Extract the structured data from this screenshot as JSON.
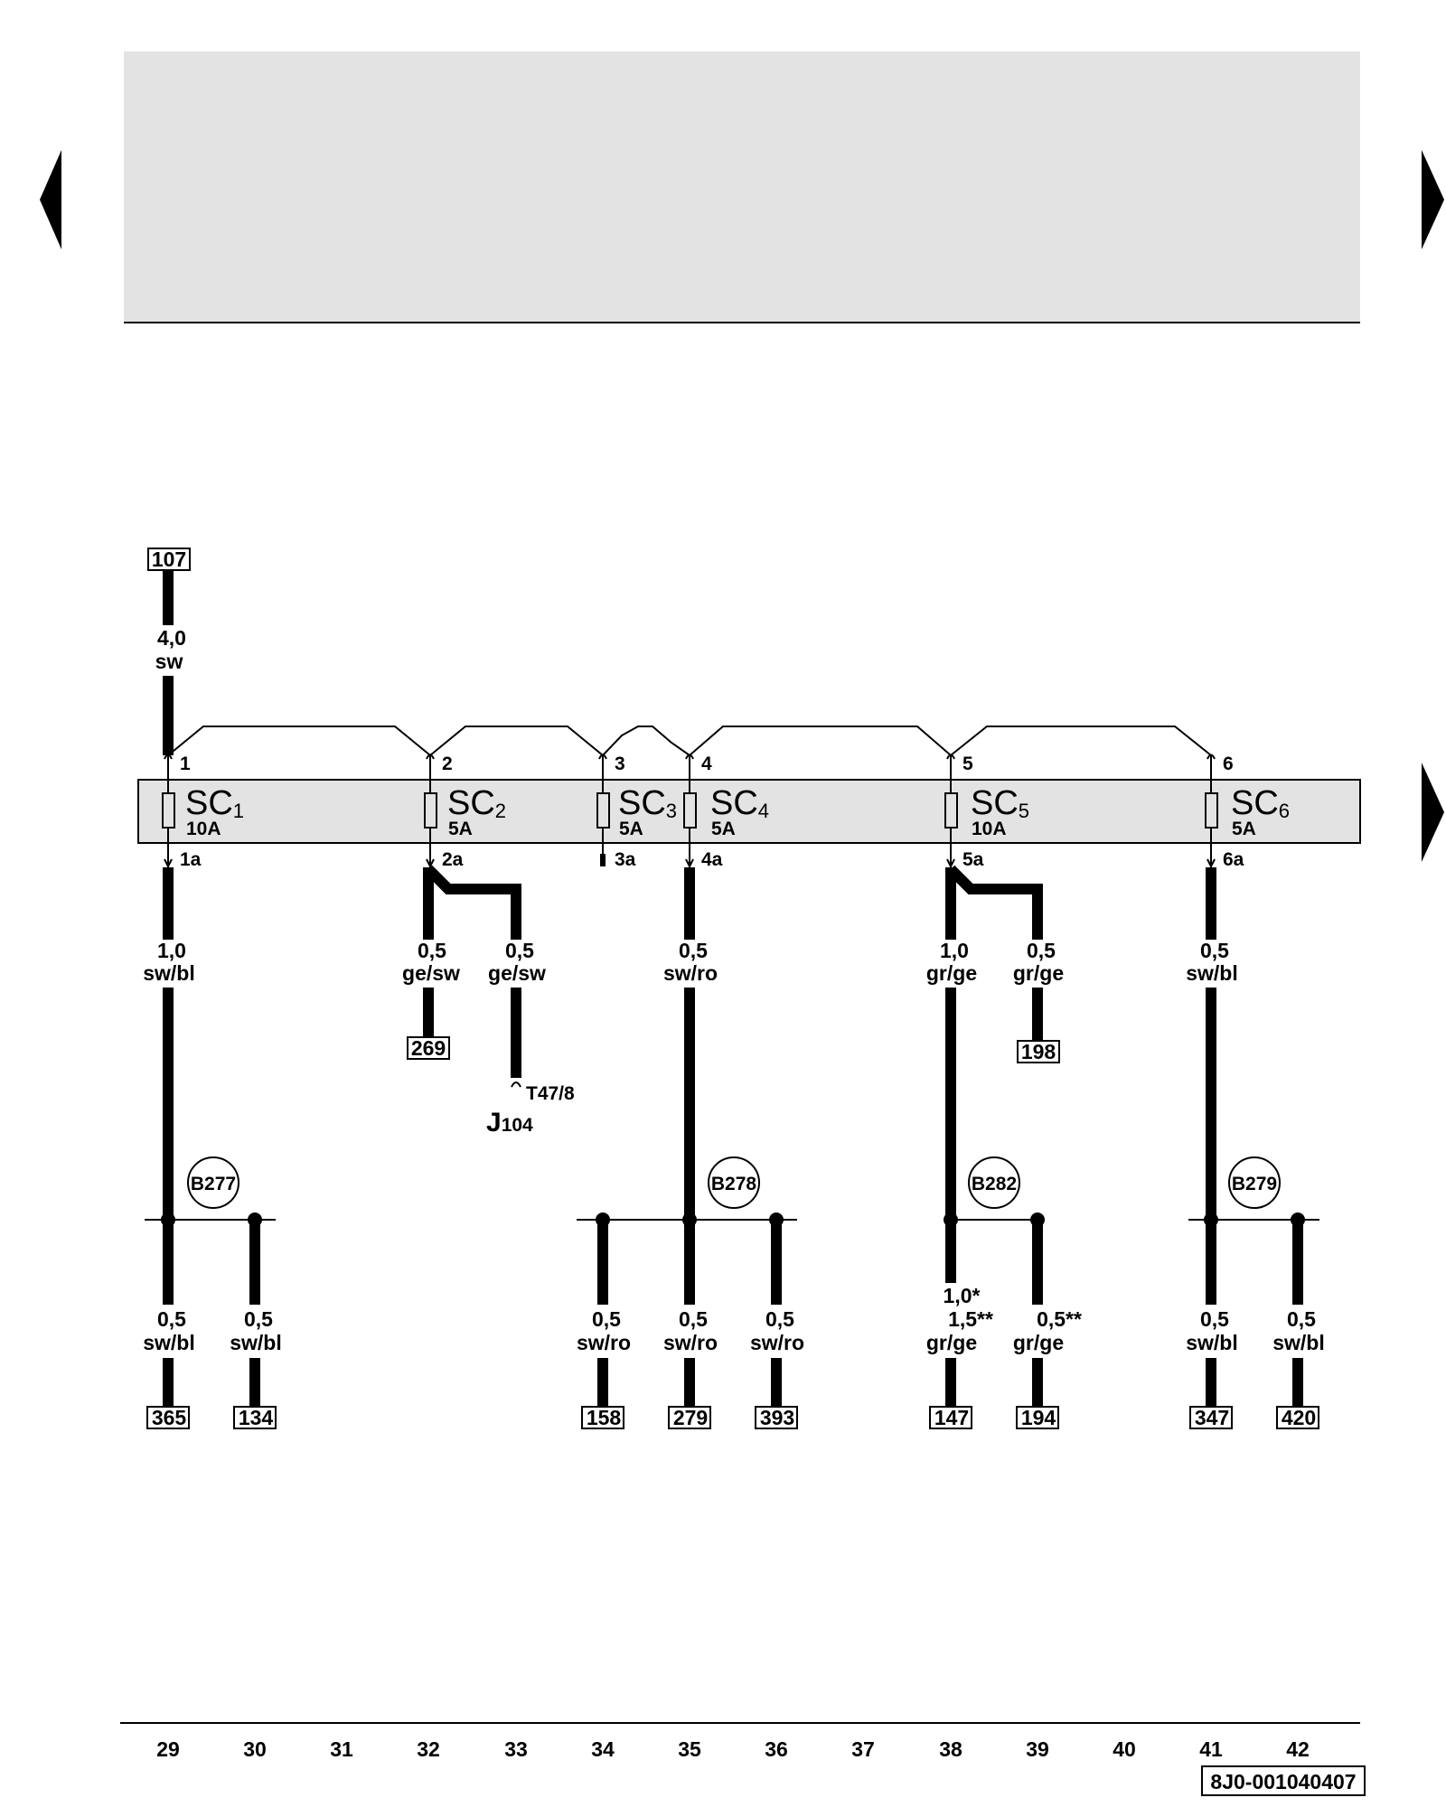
{
  "nav": {
    "prev_icon": "triangle-left",
    "next_icon": "triangle-right"
  },
  "header_panel_color": "#e3e3e3",
  "fuse_bar_color": "#e3e3e3",
  "feed": {
    "ref": "107",
    "gauge": "4,0",
    "color": "sw"
  },
  "fuses": [
    {
      "pin": "1",
      "out_pin": "1a",
      "name": "SC",
      "num": "1",
      "amp": "10A"
    },
    {
      "pin": "2",
      "out_pin": "2a",
      "name": "SC",
      "num": "2",
      "amp": "5A"
    },
    {
      "pin": "3",
      "out_pin": "3a",
      "name": "SC",
      "num": "3",
      "amp": "5A"
    },
    {
      "pin": "4",
      "out_pin": "4a",
      "name": "SC",
      "num": "4",
      "amp": "5A"
    },
    {
      "pin": "5",
      "out_pin": "5a",
      "name": "SC",
      "num": "5",
      "amp": "10A"
    },
    {
      "pin": "6",
      "out_pin": "6a",
      "name": "SC",
      "num": "6",
      "amp": "5A"
    }
  ],
  "mid_wires": [
    {
      "gauge": "1,0",
      "color": "sw/bl"
    },
    {
      "gauge": "0,5",
      "color": "ge/sw",
      "ref": "269"
    },
    {
      "gauge": "0,5",
      "color": "ge/sw"
    },
    {
      "gauge": "0,5",
      "color": "sw/ro"
    },
    {
      "gauge": "1,0",
      "color": "gr/ge"
    },
    {
      "gauge": "0,5",
      "color": "gr/ge",
      "ref": "198"
    },
    {
      "gauge": "0,5",
      "color": "sw/bl"
    }
  ],
  "connector": {
    "pin": "T47/8",
    "component": "J",
    "component_num": "104"
  },
  "grounds": [
    "B277",
    "B278",
    "B282",
    "B279"
  ],
  "bottom_wires": [
    {
      "gauge": "0,5",
      "color": "sw/bl",
      "ref": "365"
    },
    {
      "gauge": "0,5",
      "color": "sw/bl",
      "ref": "134"
    },
    {
      "gauge": "0,5",
      "color": "sw/ro",
      "ref": "158"
    },
    {
      "gauge": "0,5",
      "color": "sw/ro",
      "ref": "279"
    },
    {
      "gauge": "0,5",
      "color": "sw/ro",
      "ref": "393"
    },
    {
      "gauge": "1,0*",
      "gauge2": "1,5**",
      "color": "gr/ge",
      "ref": "147"
    },
    {
      "gauge": "0,5**",
      "color": "gr/ge",
      "ref": "194"
    },
    {
      "gauge": "0,5",
      "color": "sw/bl",
      "ref": "347"
    },
    {
      "gauge": "0,5",
      "color": "sw/bl",
      "ref": "420"
    }
  ],
  "columns": [
    "29",
    "30",
    "31",
    "32",
    "33",
    "34",
    "35",
    "36",
    "37",
    "38",
    "39",
    "40",
    "41",
    "42"
  ],
  "doc_id": "8J0-001040407"
}
